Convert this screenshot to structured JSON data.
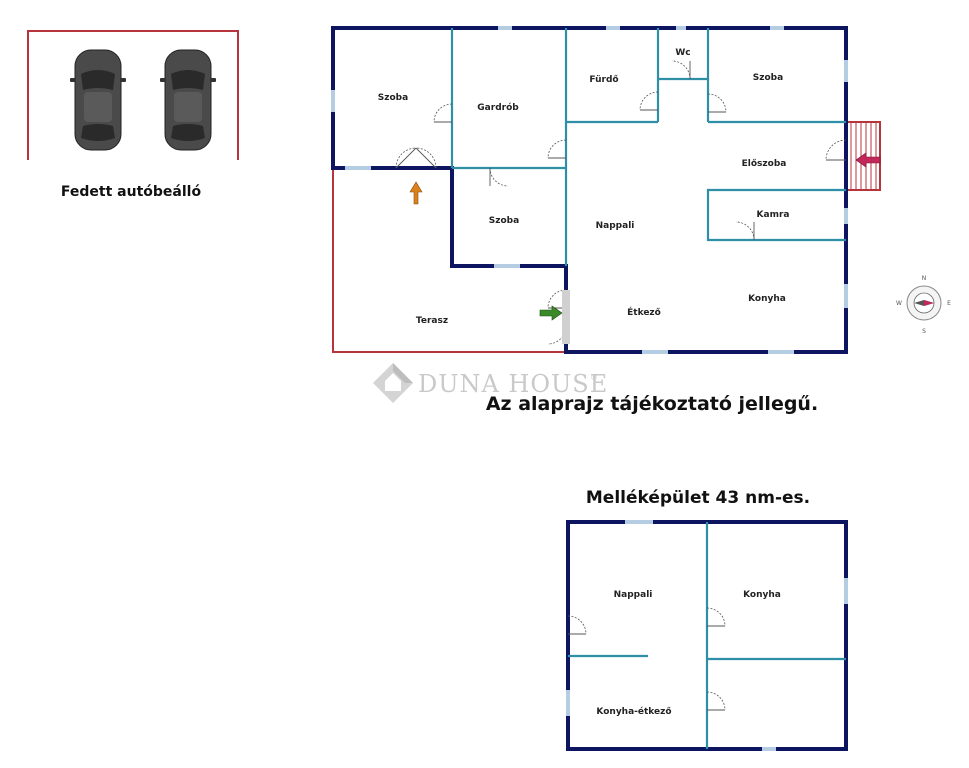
{
  "carport": {
    "label": "Fedett autóbeálló"
  },
  "main_house": {
    "rooms": {
      "szoba1": "Szoba",
      "gardrob": "Gardrób",
      "furdo": "Fürdő",
      "wc": "Wc",
      "szoba2": "Szoba",
      "eloszoba": "Előszoba",
      "szoba3": "Szoba",
      "nappali": "Nappali",
      "kamra": "Kamra",
      "etkezo": "Étkező",
      "konyha": "Konyha",
      "terasz": "Terasz"
    },
    "disclaimer": "Az alaprajz tájékoztató jellegű."
  },
  "watermark": {
    "text": "DUNA HOUSE",
    "mark": "®"
  },
  "annex": {
    "title": "Melléképület 43 nm-es.",
    "rooms": {
      "nappali": "Nappali",
      "konyha": "Konyha",
      "konyha_etkezo": "Konyha-étkező"
    }
  },
  "compass": {
    "n": "N",
    "e": "E",
    "s": "S",
    "w": "W"
  },
  "colors": {
    "outer_wall": "#0d1560",
    "inner_wall": "#2e8fa6",
    "outline_red": "#b8343d",
    "window": "#b5cde3",
    "arrow_orange": "#d9821c",
    "arrow_green": "#3b8a2a",
    "arrow_pink": "#c2285a"
  }
}
